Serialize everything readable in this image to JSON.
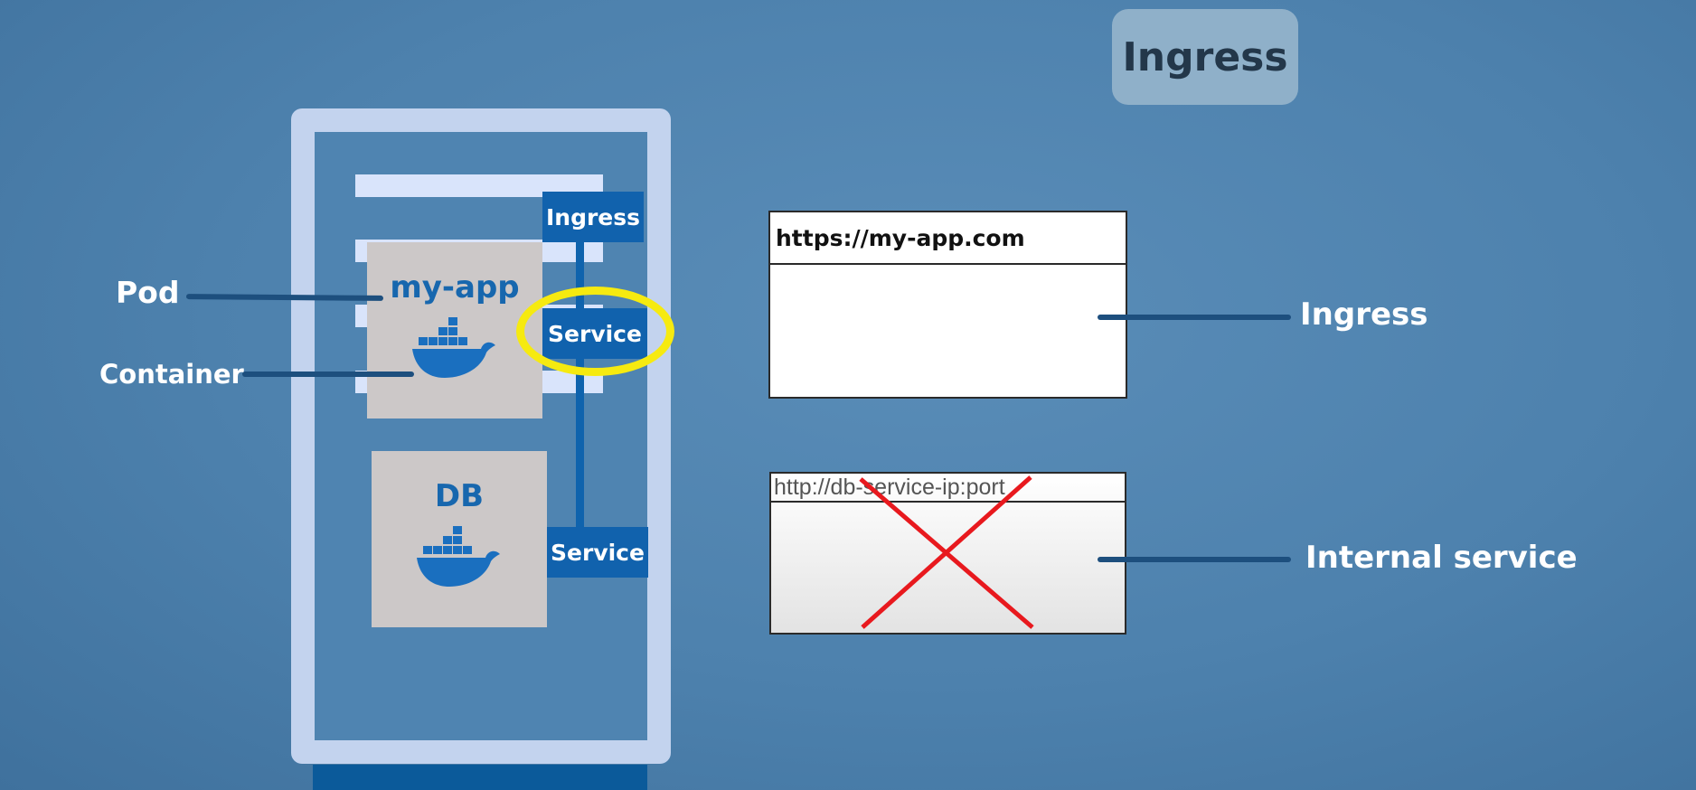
{
  "title": "Ingress",
  "server": {
    "app_pod": {
      "label": "my-app"
    },
    "db_pod": {
      "label": "DB"
    },
    "ingress_tag": "Ingress",
    "service_tag_app": "Service",
    "service_tag_db": "Service"
  },
  "callouts": {
    "pod": "Pod",
    "container": "Container",
    "ingress": "Ingress",
    "internal": "Internal service"
  },
  "browsers": {
    "public_url": "https://my-app.com",
    "internal_url": "http://db-service-ip:port"
  },
  "colors": {
    "background": "#4d81ad",
    "highlight_ring": "#f6ea10",
    "tag_blue": "#1162ad",
    "cross_red": "#e8191e"
  },
  "icons": [
    "docker-whale-icon",
    "cross-mark-icon"
  ]
}
